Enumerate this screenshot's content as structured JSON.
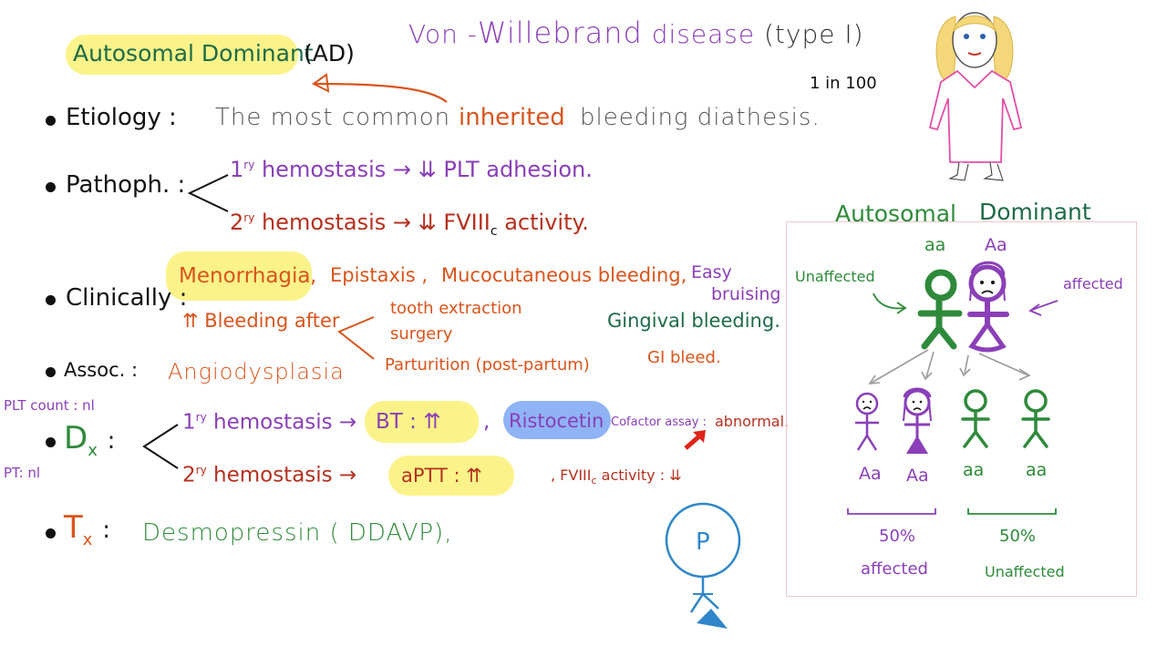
{
  "title": {
    "part1": "Von",
    "sep": "-",
    "part2": "Willebrand",
    "part3": "disease",
    "part4": "(type I)"
  },
  "inheritance": {
    "label": "Autosomal Dominant",
    "abbr": "(AD)"
  },
  "prevalence": "1 in 100",
  "etiology": {
    "label": "Etiology :",
    "text1": "The most common",
    "text2": "inherited",
    "text3": "bleeding diathesis."
  },
  "pathoph": {
    "label": "Pathoph. :",
    "line1": {
      "prefix": "1",
      "sup": "ry",
      "text": "hemostasis → ⇊ PLT adhesion."
    },
    "line2": {
      "prefix": "2",
      "sup": "ry",
      "text": "hemostasis → ⇊ FVIII",
      "sub": "c",
      "text2": "activity."
    }
  },
  "clinically": {
    "label": "Clinically :",
    "menorrhagia": "Menorrhagia",
    "comma": ",",
    "epistaxis": "Epistaxis ,",
    "mucocutaneous": "Mucocutaneous bleeding,",
    "easy": "Easy",
    "bruising": "bruising",
    "bleeding_after": "⇈ Bleeding after",
    "tooth": "tooth extraction",
    "surgery": "surgery",
    "parturition": "Parturition (post-partum)",
    "gingival": "Gingival bleeding.",
    "gi": "GI bleed."
  },
  "assoc": {
    "label": "Assoc. :",
    "value": "Angiodysplasia"
  },
  "diagnosis": {
    "plt_count": "PLT count : nl",
    "pt": "PT: nl",
    "label_main": "D",
    "label_sub": "x",
    "colon": ":",
    "line1_prefix": "1",
    "line1_sup": "ry",
    "line1_text": "hemostasis →",
    "bt": "BT : ⇈",
    "comma": ",",
    "ristocetin": "Ristocetin",
    "cofactor": "Cofactor assay :",
    "abnormal": "abnormal.",
    "line2_prefix": "2",
    "line2_sup": "ry",
    "line2_text": "hemostasis →",
    "aptt": "aPTT : ⇈",
    "fviii": ", FVIII",
    "fviii_sub": "c",
    "fviii_rest": "activity : ⇊"
  },
  "treatment": {
    "label_main": "T",
    "label_sub": "x",
    "colon": ":",
    "value": "Desmopressin ( DDAVP),"
  },
  "pedigree": {
    "title1": "Autosomal",
    "title2": "Dominant",
    "father_genotype": "aa",
    "mother_genotype": "Aa",
    "unaffected_label": "Unaffected",
    "affected_label": "affected",
    "children": [
      "Aa",
      "Aa",
      "aa",
      "aa"
    ],
    "left_pct": "50%",
    "left_label": "affected",
    "right_pct": "50%",
    "right_label": "Unaffected"
  },
  "platelet_letter": "P",
  "colors": {
    "purple": "#8a3fb8",
    "red": "#b5301f",
    "orange": "#d9541c",
    "green": "#2e8a3a",
    "teal": "#1e6b47",
    "blue": "#2f86c9",
    "yellow_hl": "#fbf38a",
    "blue_hl": "#8fb3f5"
  }
}
